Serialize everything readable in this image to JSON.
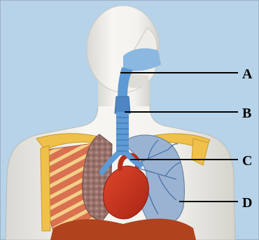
{
  "labels": {
    "a": "A",
    "b": "B",
    "c": "C",
    "d": "D"
  },
  "colors": {
    "background": "#b6d3e9",
    "skin": "#ecebe6",
    "airway": "#5d9ad6",
    "lung_right": "#9b7470",
    "lung_left": "#9bb3d2",
    "heart": "#c8331d",
    "bone": "#efc14a",
    "muscle": "#d76a4a",
    "diaphragm": "#b0421d"
  }
}
